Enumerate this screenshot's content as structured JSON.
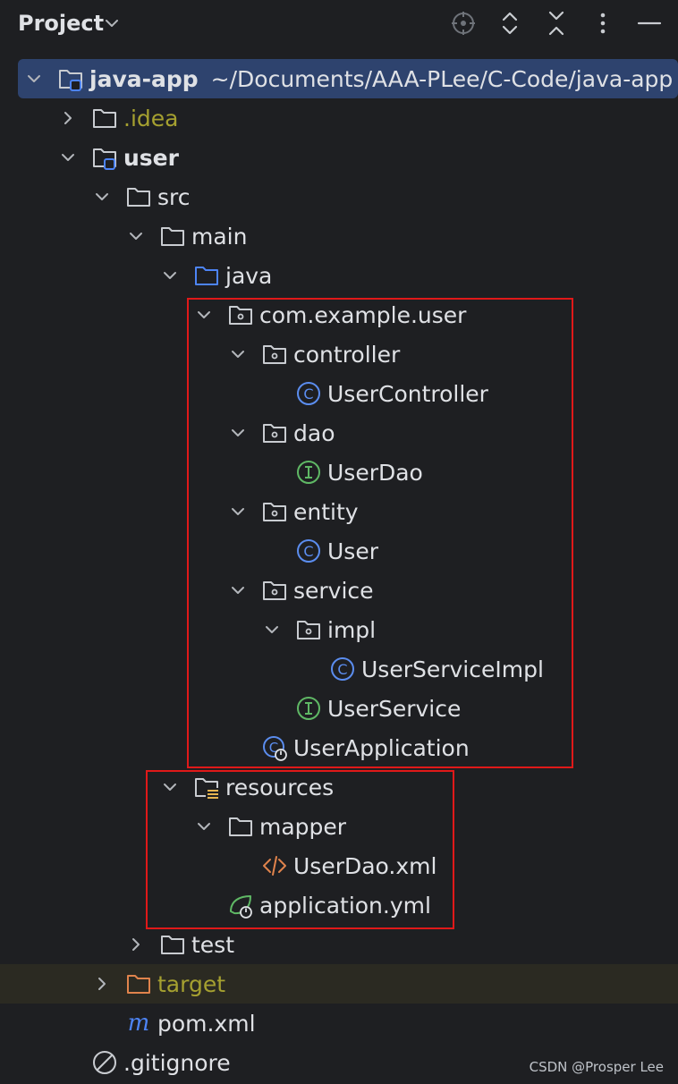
{
  "header": {
    "title": "Project"
  },
  "tree": [
    {
      "label": "java-app",
      "path": "~/Documents/AAA-PLee/C-Code/java-app",
      "indent": 0,
      "chevron": "down",
      "icon": "module-folder-icon",
      "bold": true,
      "selected": true
    },
    {
      "label": ".idea",
      "indent": 1,
      "chevron": "right",
      "icon": "folder-icon",
      "olive": true
    },
    {
      "label": "user",
      "indent": 1,
      "chevron": "down",
      "icon": "module-folder-icon",
      "bold": true
    },
    {
      "label": "src",
      "indent": 2,
      "chevron": "down",
      "icon": "folder-icon"
    },
    {
      "label": "main",
      "indent": 3,
      "chevron": "down",
      "icon": "folder-icon"
    },
    {
      "label": "java",
      "indent": 4,
      "chevron": "down",
      "icon": "source-folder-icon"
    },
    {
      "label": "com.example.user",
      "indent": 5,
      "chevron": "down",
      "icon": "package-icon"
    },
    {
      "label": "controller",
      "indent": 6,
      "chevron": "down",
      "icon": "package-icon"
    },
    {
      "label": "UserController",
      "indent": 7,
      "chevron": "none",
      "icon": "class-icon"
    },
    {
      "label": "dao",
      "indent": 6,
      "chevron": "down",
      "icon": "package-icon"
    },
    {
      "label": "UserDao",
      "indent": 7,
      "chevron": "none",
      "icon": "interface-icon"
    },
    {
      "label": "entity",
      "indent": 6,
      "chevron": "down",
      "icon": "package-icon"
    },
    {
      "label": "User",
      "indent": 7,
      "chevron": "none",
      "icon": "class-icon"
    },
    {
      "label": "service",
      "indent": 6,
      "chevron": "down",
      "icon": "package-icon"
    },
    {
      "label": "impl",
      "indent": 7,
      "chevron": "down",
      "icon": "package-icon"
    },
    {
      "label": "UserServiceImpl",
      "indent": 8,
      "chevron": "none",
      "icon": "class-icon"
    },
    {
      "label": "UserService",
      "indent": 7,
      "chevron": "none",
      "icon": "interface-icon"
    },
    {
      "label": "UserApplication",
      "indent": 6,
      "chevron": "none",
      "icon": "spring-class-icon"
    },
    {
      "label": "resources",
      "indent": 4,
      "chevron": "down",
      "icon": "resources-folder-icon"
    },
    {
      "label": "mapper",
      "indent": 5,
      "chevron": "down",
      "icon": "folder-icon"
    },
    {
      "label": "UserDao.xml",
      "indent": 6,
      "chevron": "none",
      "icon": "xml-icon"
    },
    {
      "label": "application.yml",
      "indent": 5,
      "chevron": "none",
      "icon": "spring-config-icon"
    },
    {
      "label": "test",
      "indent": 3,
      "chevron": "right",
      "icon": "folder-icon"
    },
    {
      "label": "target",
      "indent": 2,
      "chevron": "right",
      "icon": "excluded-folder-icon",
      "olive": true,
      "excluded": true
    },
    {
      "label": "pom.xml",
      "indent": 2,
      "chevron": "none",
      "icon": "maven-icon"
    },
    {
      "label": ".gitignore",
      "indent": 1,
      "chevron": "none",
      "icon": "ignore-icon"
    }
  ],
  "colors": {
    "background": "#1e1f22",
    "selection": "#2e436e",
    "highlight_box": "#e01919",
    "class_blue": "#5b8def",
    "interface_green": "#5fb865"
  },
  "watermark": "CSDN @Prosper Lee"
}
